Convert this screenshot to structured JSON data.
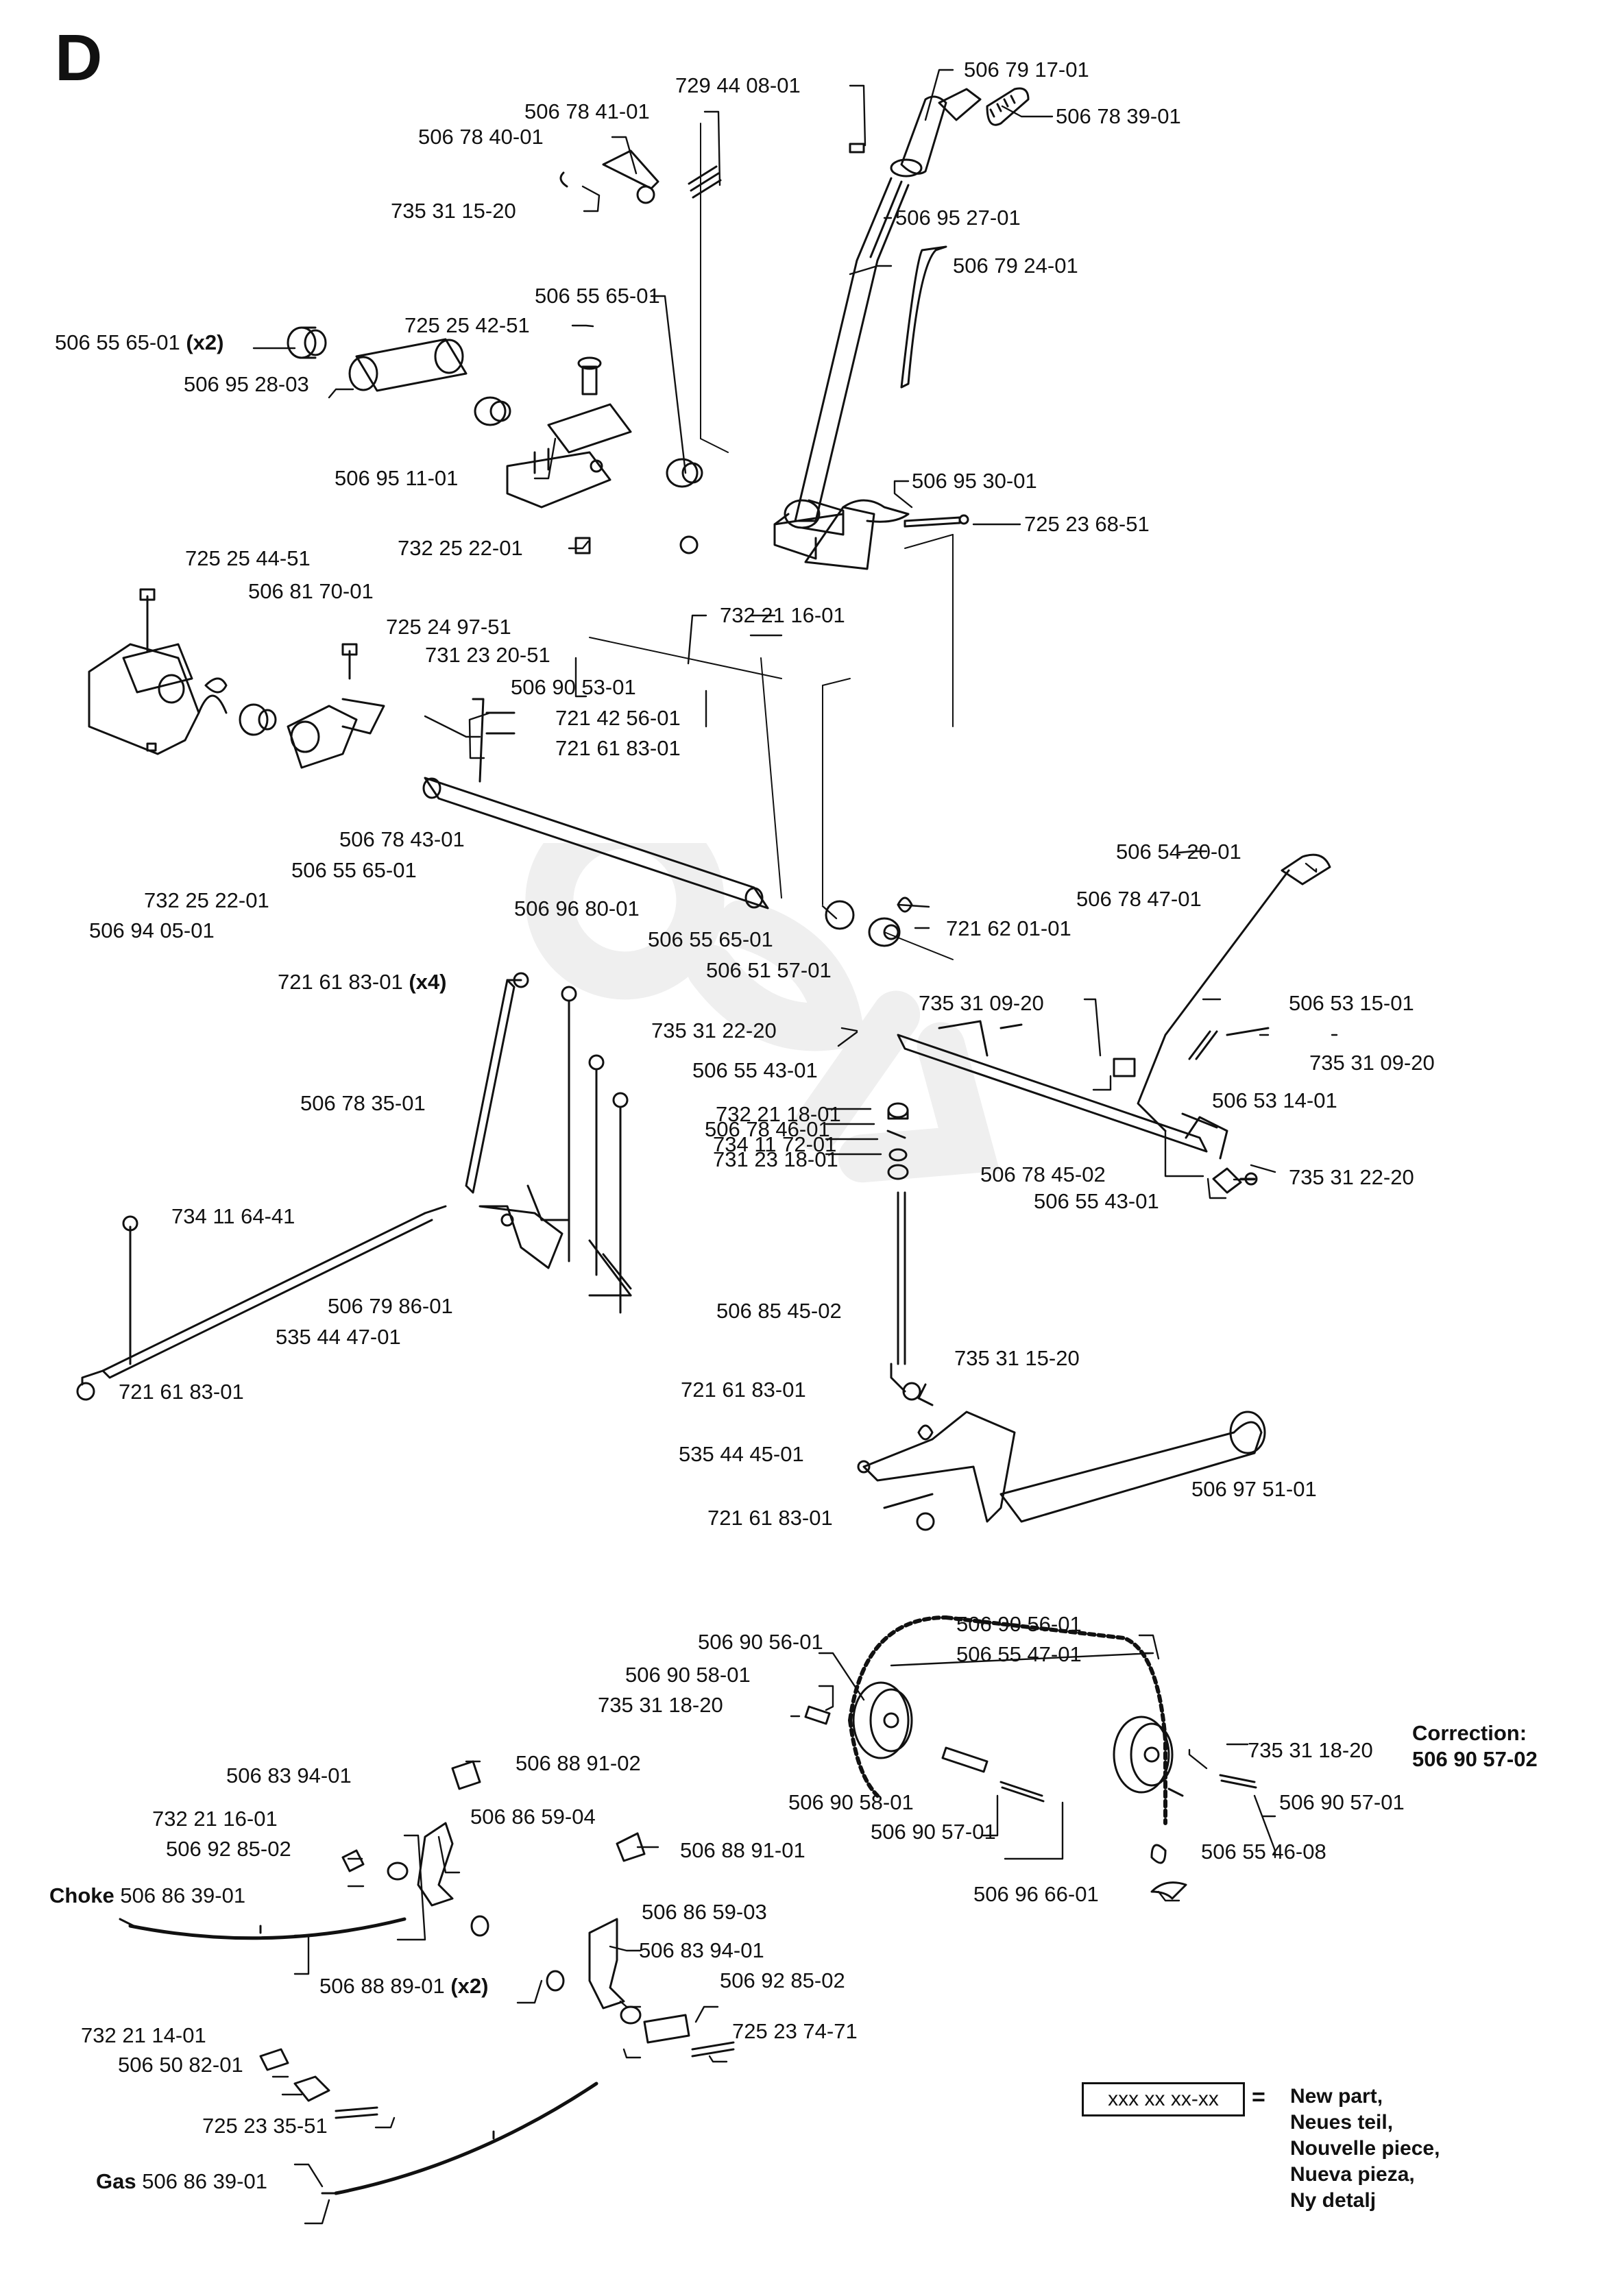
{
  "section_letter": "D",
  "parts": {
    "p1": {
      "num": "506 79 17-01"
    },
    "p2": {
      "num": "729 44 08-01"
    },
    "p3": {
      "num": "506 78 39-01"
    },
    "p4": {
      "num": "506 78 41-01"
    },
    "p5": {
      "num": "506 78 40-01"
    },
    "p6": {
      "num": "735 31 15-20"
    },
    "p7": {
      "num": "506 95 27-01"
    },
    "p8": {
      "num": "506 79 24-01"
    },
    "p9": {
      "num": "506 55 65-01"
    },
    "p10": {
      "num": "506 55 65-01",
      "qty": "(x2)"
    },
    "p11": {
      "num": "725 25 42-51"
    },
    "p12": {
      "num": "506 95 28-03"
    },
    "p13": {
      "num": "506 95 11-01"
    },
    "p14": {
      "num": "506 95 30-01"
    },
    "p15": {
      "num": "725 23 68-51"
    },
    "p16": {
      "num": "732 25 22-01"
    },
    "p17": {
      "num": "732 21 16-01"
    },
    "p18": {
      "num": "725 25 44-51"
    },
    "p19": {
      "num": "506 81 70-01"
    },
    "p20": {
      "num": "725 24 97-51"
    },
    "p21": {
      "num": "731 23 20-51"
    },
    "p22": {
      "num": "506 90 53-01"
    },
    "p23": {
      "num": "721 42 56-01"
    },
    "p24": {
      "num": "721 61 83-01"
    },
    "p25": {
      "num": "506 78 43-01"
    },
    "p26": {
      "num": "506 55 65-01"
    },
    "p27": {
      "num": "732 25 22-01"
    },
    "p28": {
      "num": "506 94 05-01"
    },
    "p29": {
      "num": "506 96 80-01"
    },
    "p30": {
      "num": "506 54 20-01"
    },
    "p31": {
      "num": "506 78 47-01"
    },
    "p32": {
      "num": "506 55 65-01"
    },
    "p33": {
      "num": "721 62 01-01"
    },
    "p34": {
      "num": "506 51 57-01"
    },
    "p35": {
      "num": "721 61 83-01",
      "qty": "(x4)"
    },
    "p36": {
      "num": "735 31 09-20"
    },
    "p37": {
      "num": "506 53 15-01"
    },
    "p38": {
      "num": "735 31 22-20"
    },
    "p39": {
      "num": "506 55 43-01"
    },
    "p40": {
      "num": "735 31 09-20"
    },
    "p41": {
      "num": "506 78 35-01"
    },
    "p42": {
      "num": "506 53 14-01"
    },
    "p43": {
      "num": "732 21 18-01"
    },
    "p44": {
      "num": "506 78 46-01"
    },
    "p45": {
      "num": "734 11 72-01"
    },
    "p46": {
      "num": "731 23 18-01"
    },
    "p47": {
      "num": "506 78 45-02"
    },
    "p48": {
      "num": "735 31 22-20"
    },
    "p49": {
      "num": "506 55 43-01"
    },
    "p50": {
      "num": "734 11 64-41"
    },
    "p51": {
      "num": "506 79 86-01"
    },
    "p52": {
      "num": "535 44 47-01"
    },
    "p53": {
      "num": "506 85 45-02"
    },
    "p54": {
      "num": "721 61 83-01"
    },
    "p55": {
      "num": "735 31 15-20"
    },
    "p56": {
      "num": "721 61 83-01"
    },
    "p57": {
      "num": "535 44 45-01"
    },
    "p58": {
      "num": "506 97 51-01"
    },
    "p59": {
      "num": "721 61 83-01"
    },
    "p60": {
      "num": "506 90 56-01"
    },
    "p61": {
      "num": "506 90 56-01"
    },
    "p62": {
      "num": "506 90 58-01"
    },
    "p63": {
      "num": "506 55 47-01"
    },
    "p64": {
      "num": "735 31 18-20"
    },
    "p65": {
      "num": "735 31 18-20"
    },
    "p66": {
      "num": "506 88 91-02"
    },
    "p67": {
      "num": "506 83 94-01"
    },
    "p68": {
      "num": "732 21 16-01"
    },
    "p69": {
      "num": "506 86 59-04"
    },
    "p70": {
      "num": "506 92 85-02"
    },
    "p71": {
      "num": "506 90 58-01"
    },
    "p72": {
      "num": "506 90 57-01"
    },
    "p73": {
      "num": "506 90 57-01"
    },
    "p74": {
      "num": "506 55 46-08"
    },
    "p75": {
      "num": "506 88 91-01"
    },
    "p76": {
      "num": "506 86 39-01",
      "prefix": "Choke"
    },
    "p77": {
      "num": "506 96 66-01"
    },
    "p78": {
      "num": "506 86 59-03"
    },
    "p79": {
      "num": "506 83 94-01"
    },
    "p80": {
      "num": "506 88 89-01",
      "qty": "(x2)"
    },
    "p81": {
      "num": "506 92 85-02"
    },
    "p82": {
      "num": "732 21 14-01"
    },
    "p83": {
      "num": "725 23 74-71"
    },
    "p84": {
      "num": "506 50 82-01"
    },
    "p85": {
      "num": "725 23 35-51"
    },
    "p86": {
      "num": "506 86 39-01",
      "prefix": "Gas"
    }
  },
  "correction": {
    "title": "Correction:",
    "num": "506 90 57-02"
  },
  "legend": {
    "box_text": "xxx xx xx-xx",
    "equals": "=",
    "lines": [
      "New part,",
      "Neues teil,",
      "Nouvelle piece,",
      "Nueva pieza,",
      "Ny detalj"
    ]
  },
  "colors": {
    "ink": "#111111",
    "watermark": "#f2f2f2"
  }
}
